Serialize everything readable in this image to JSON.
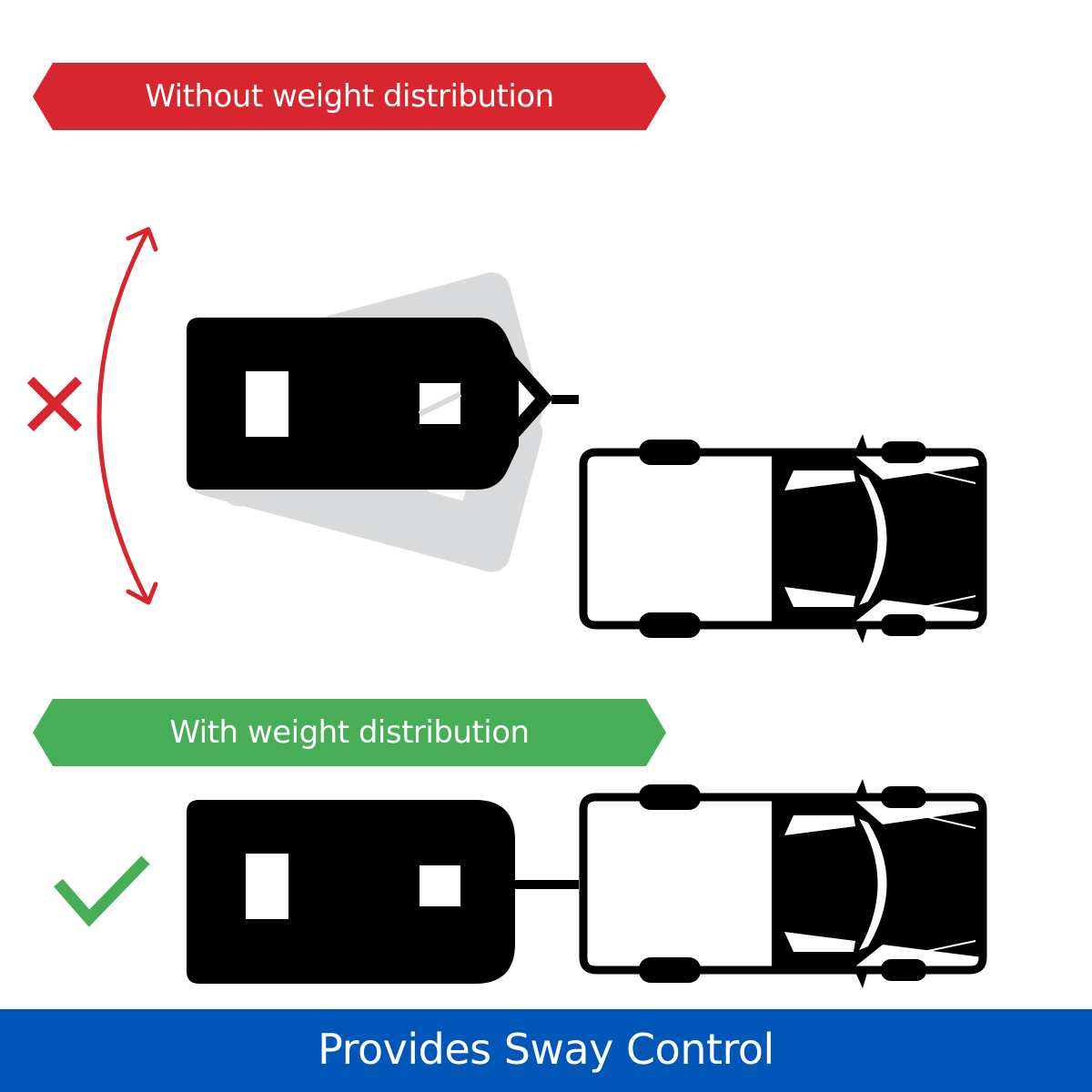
{
  "colors": {
    "bad": "#d7262e",
    "good": "#48ad57",
    "footer": "#0057b8",
    "vehicle": "#000000",
    "ghost": "#d9dadb"
  },
  "banners": {
    "without": {
      "label": "Without weight distribution",
      "icon": "cross-icon"
    },
    "with": {
      "label": "With weight distribution",
      "icon": "checkmark-icon"
    }
  },
  "footer": {
    "label": "Provides Sway Control"
  }
}
